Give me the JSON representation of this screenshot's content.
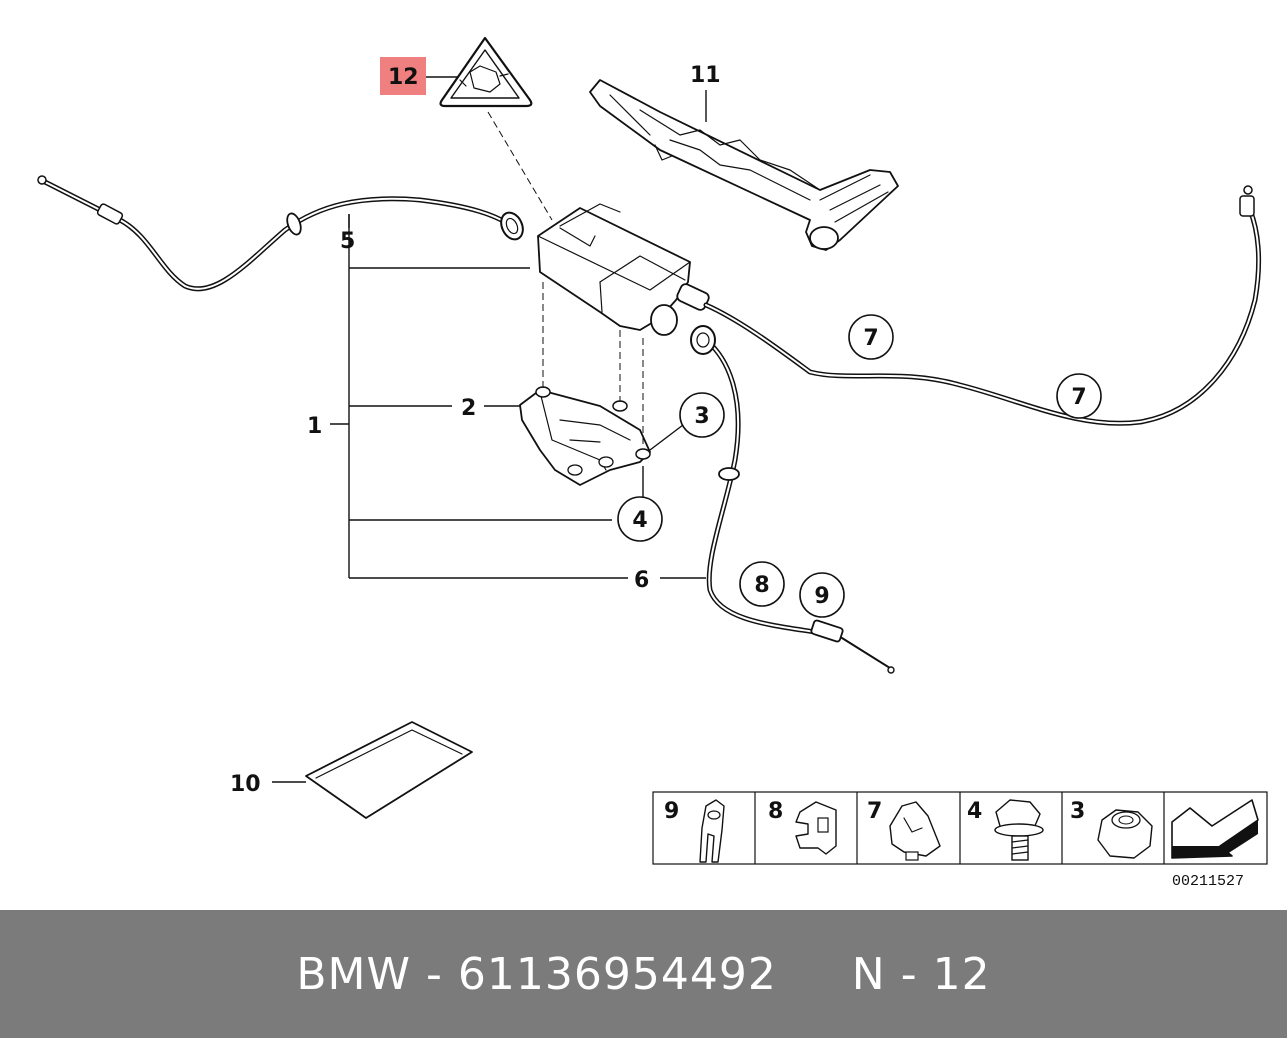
{
  "diagram": {
    "callouts": {
      "c1": "1",
      "c2": "2",
      "c3": "3",
      "c4": "4",
      "c5": "5",
      "c6": "6",
      "c7a": "7",
      "c7b": "7",
      "c8": "8",
      "c9": "9",
      "c10": "10",
      "c11": "11",
      "c12": "12"
    },
    "highlight_color": "#f08080",
    "legend": [
      {
        "number": "9",
        "icon": "cable-clip-icon"
      },
      {
        "number": "8",
        "icon": "holder-clip-icon"
      },
      {
        "number": "7",
        "icon": "cable-holder-icon"
      },
      {
        "number": "4",
        "icon": "hex-bolt-icon"
      },
      {
        "number": "3",
        "icon": "hex-nut-icon"
      },
      {
        "number": "",
        "icon": "arrow-icon"
      }
    ],
    "reference_number": "00211527"
  },
  "footer": {
    "brand": "BMW",
    "sep1": "-",
    "part_number": "61136954492",
    "position_label": "N",
    "sep2": "-",
    "position_number": "12"
  }
}
